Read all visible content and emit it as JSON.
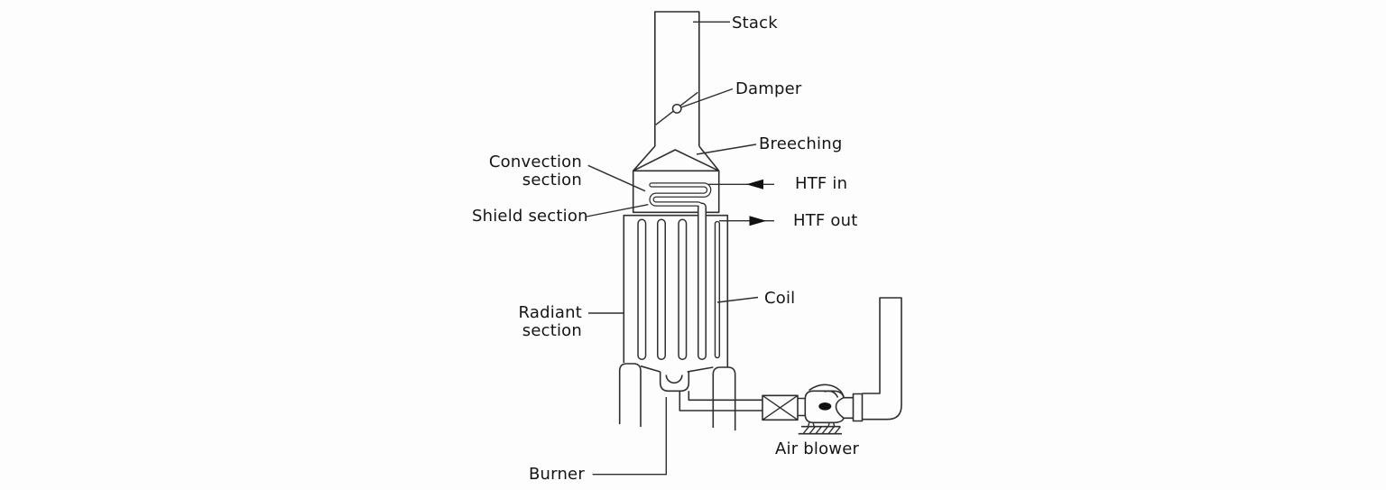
{
  "diagram": {
    "labels": {
      "stack": "Stack",
      "damper": "Damper",
      "breeching": "Breeching",
      "convection_section": "Convection\nsection",
      "htf_in": "HTF in",
      "shield_section": "Shield section",
      "htf_out": "HTF out",
      "coil": "Coil",
      "radiant_section": "Radiant\nsection",
      "burner": "Burner",
      "air_blower": "Air blower"
    },
    "colors": {
      "line": "#2f2f2f",
      "text": "#151515",
      "background": "#fdfdfd",
      "arrow_fill": "#111111"
    }
  }
}
